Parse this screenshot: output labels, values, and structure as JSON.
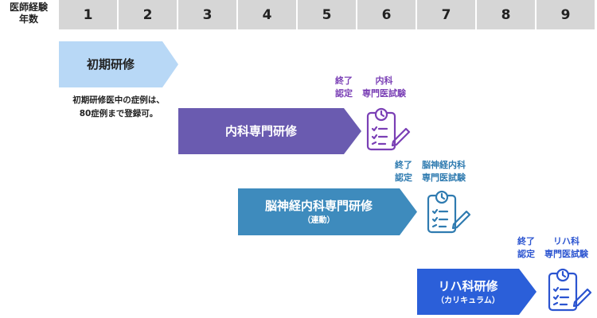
{
  "header": {
    "corner_label_line1": "医師経験",
    "corner_label_line2": "年数",
    "years": [
      "1",
      "2",
      "3",
      "4",
      "5",
      "6",
      "7",
      "8",
      "9"
    ]
  },
  "programs": [
    {
      "id": "initial",
      "title": "初期研修",
      "subtitle": "",
      "color": "#b8d8f6",
      "text_color": "#222222"
    },
    {
      "id": "internal",
      "title": "内科専門研修",
      "subtitle": "",
      "color": "#6a5bb0",
      "text_color": "#ffffff"
    },
    {
      "id": "neuro",
      "title": "脳神経内科専門研修",
      "subtitle": "（連動）",
      "color": "#3e8bbd",
      "text_color": "#ffffff"
    },
    {
      "id": "rehab",
      "title": "リハ科研修",
      "subtitle": "（カリキュラム）",
      "color": "#2b5fd9",
      "text_color": "#ffffff"
    }
  ],
  "note": {
    "line1": "初期研修医中の症例は、",
    "line2": "80症例まで登録可。"
  },
  "milestones": [
    {
      "id": "internal",
      "complete_line1": "終了",
      "complete_line2": "認定",
      "exam_line1": "内科",
      "exam_line2": "専門医試験",
      "color": "#7a3fb5"
    },
    {
      "id": "neuro",
      "complete_line1": "終了",
      "complete_line2": "認定",
      "exam_line1": "脳神経内科",
      "exam_line2": "専門医試験",
      "color": "#2f7bb0"
    },
    {
      "id": "rehab",
      "complete_line1": "終了",
      "complete_line2": "認定",
      "exam_line1": "リハ科",
      "exam_line2": "専門医試験",
      "color": "#2b54d0"
    }
  ]
}
